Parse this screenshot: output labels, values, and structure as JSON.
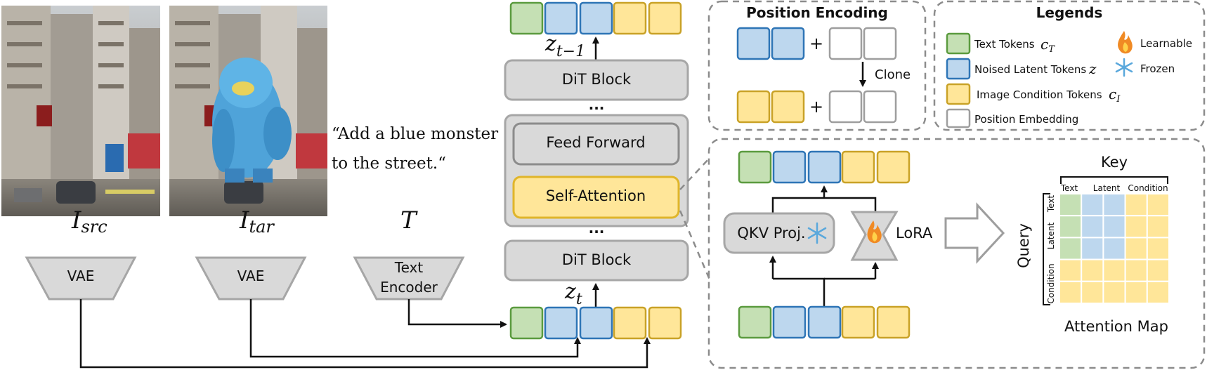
{
  "colors": {
    "text_token": "#c5e0b4",
    "text_token_border": "#5b9b3f",
    "latent_token": "#bdd7ee",
    "latent_token_border": "#2e75b6",
    "image_token": "#ffe699",
    "image_token_border": "#c9a227",
    "position_border": "#9e9e9e",
    "block_fill": "#d9d9d9",
    "block_border": "#a6a6a6"
  },
  "images": {
    "source_label_base": "I",
    "source_label_sub": "src",
    "target_label_base": "I",
    "target_label_sub": "tar",
    "text_label": "T"
  },
  "prompt": {
    "line1": "“Add a blue monster",
    "line2": "to the street.“"
  },
  "encoders": {
    "vae_src": "VAE",
    "vae_tar": "VAE",
    "text_encoder_line1": "Text",
    "text_encoder_line2": "Encoder"
  },
  "dit": {
    "output_label_base": "z",
    "output_label_sub": "t−1",
    "input_label_base": "z",
    "input_label_sub": "t",
    "dit_block_top": "DiT Block",
    "dit_block_bottom": "DiT Block",
    "ellipsis_top": "...",
    "ellipsis_bottom": "...",
    "feed_forward": "Feed Forward",
    "self_attention": "Self-Attention"
  },
  "position_encoding": {
    "title": "Position Encoding",
    "plus": "+",
    "clone": "Clone"
  },
  "legends": {
    "title": "Legends",
    "text_tokens": "Text Tokens",
    "text_tokens_sym": "c",
    "text_tokens_sub": "T",
    "noised_latent": "Noised Latent Tokens",
    "noised_latent_sym": "z",
    "image_condition": "Image Condition Tokens",
    "image_condition_sym": "c",
    "image_condition_sub": "I",
    "position_embedding": "Position Embedding",
    "learnable": "Learnable",
    "frozen": "Frozen"
  },
  "detail": {
    "qkv": "QKV Proj.",
    "lora": "LoRA",
    "key": "Key",
    "query": "Query",
    "col_text": "Text",
    "col_latent": "Latent",
    "col_condition": "Condition",
    "row_text": "Text",
    "row_latent": "Latent",
    "row_condition": "Condition",
    "attention_map": "Attention Map"
  }
}
